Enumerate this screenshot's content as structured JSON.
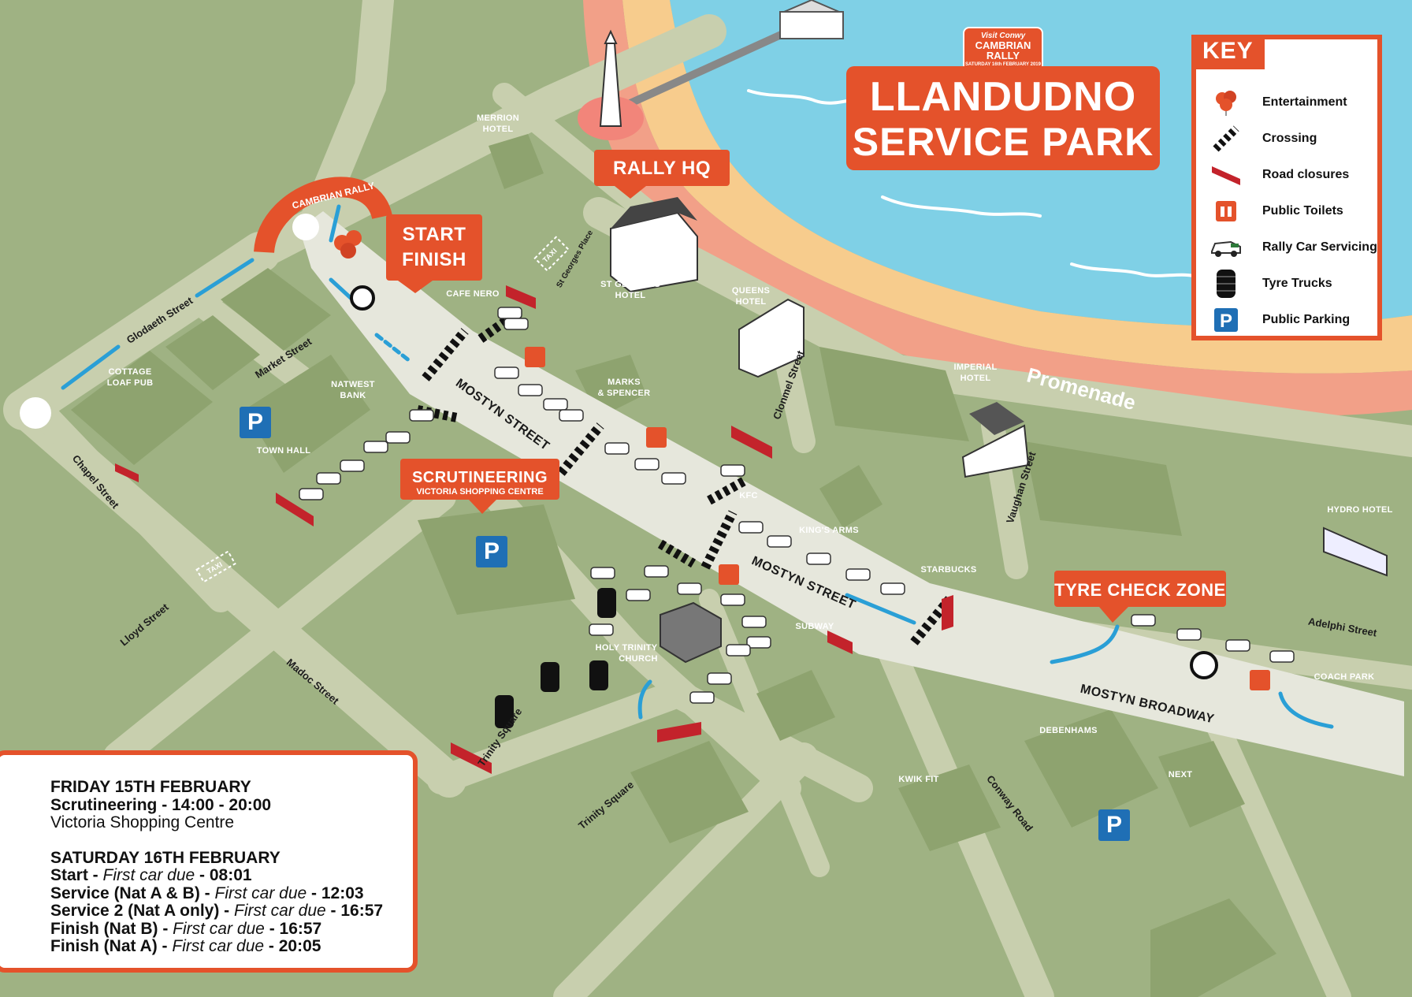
{
  "title": {
    "line1": "LLANDUDNO",
    "line2": "SERVICE PARK"
  },
  "logo": {
    "top": "Visit Conwy",
    "main": "CAMBRIAN RALLY",
    "sub": "SATURDAY 16th FEBRUARY 2019"
  },
  "key": {
    "heading": "KEY",
    "items": [
      {
        "icon": "balloons-icon",
        "label": "Entertainment"
      },
      {
        "icon": "crossing-icon",
        "label": "Crossing"
      },
      {
        "icon": "road-closure-icon",
        "label": "Road closures"
      },
      {
        "icon": "toilets-icon",
        "label": "Public Toilets"
      },
      {
        "icon": "rally-car-icon",
        "label": "Rally Car Servicing"
      },
      {
        "icon": "tyre-stack-icon",
        "label": "Tyre Trucks"
      },
      {
        "icon": "parking-icon",
        "label": "Public Parking"
      }
    ]
  },
  "callouts": {
    "rally_hq": "RALLY HQ",
    "start": "START",
    "finish": "FINISH",
    "scrutineering": "SCRUTINEERING",
    "scrutineering_sub": "VICTORIA SHOPPING CENTRE",
    "tyre_check": "TYRE CHECK ZONE",
    "arch": "CAMBRIAN RALLY"
  },
  "streets": {
    "gloddaeth": "Glodaeth Street",
    "market": "Market Street",
    "chapel": "Chapel Street",
    "lloyd": "Lloyd Street",
    "madoc": "Madoc Street",
    "trinity1": "Trinity Square",
    "trinity2": "Trinity Square",
    "conway": "Conway Road",
    "clonmel": "Clonmel Street",
    "vaughan": "Vaughan Street",
    "adelphi": "Adelphi Street",
    "st_georges_place": "St Georges Place",
    "promenade": "Promenade",
    "mostyn1": "MOSTYN STREET",
    "mostyn2": "MOSTYN STREET",
    "broadway": "MOSTYN BROADWAY"
  },
  "places": {
    "merrion1": "MERRION",
    "merrion2": "HOTEL",
    "cafe_nero": "CAFE NERO",
    "st_georges1": "ST GEORGES",
    "st_georges2": "HOTEL",
    "queens1": "QUEENS",
    "queens2": "HOTEL",
    "imperial1": "IMPERIAL",
    "imperial2": "HOTEL",
    "cottage1": "COTTAGE",
    "cottage2": "LOAF PUB",
    "natwest1": "NATWEST",
    "natwest2": "BANK",
    "marks1": "MARKS",
    "marks2": "& SPENCER",
    "town_hall": "TOWN HALL",
    "kfc": "KFC",
    "kings_arms": "KING'S ARMS",
    "starbucks": "STARBUCKS",
    "subway": "SUBWAY",
    "holy1": "HOLY TRINITY",
    "holy2": "CHURCH",
    "hydro": "HYDRO HOTEL",
    "coach_park": "COACH PARK",
    "debenhams": "DEBENHAMS",
    "next": "NEXT",
    "kwik_fit": "KWIK FIT",
    "taxi1": "TAXI",
    "taxi2": "TAXI"
  },
  "parking_label": "P",
  "schedule": {
    "friday_heading": "FRIDAY 15TH FEBRUARY",
    "friday_scrut_label": "Scrutineering - 14:00 - 20:00",
    "friday_venue": "Victoria Shopping Centre",
    "saturday_heading": "SATURDAY 16TH FEBRUARY",
    "rows": [
      {
        "label": "Start - ",
        "italic": "First car due",
        "time": " - 08:01"
      },
      {
        "label": "Service (Nat A & B) - ",
        "italic": "First car due",
        "time": " - 12:03"
      },
      {
        "label": "Service 2 (Nat A only) - ",
        "italic": "First car due",
        "time": " - 16:57"
      },
      {
        "label": "Finish (Nat B) - ",
        "italic": "First car due",
        "time": " - 16:57"
      },
      {
        "label": "Finish (Nat A) - ",
        "italic": "First car due",
        "time": " - 20:05"
      }
    ]
  },
  "colors": {
    "accent": "#e4522b",
    "grass": "#9fb283",
    "road": "#c8cfae",
    "main_road": "#e6e7dc",
    "block": "#8ea36f",
    "sea": "#7fd0e6",
    "sand": "#f7cc8d",
    "promenade": "#f2a088",
    "parking": "#1f6fb5",
    "arrow": "#2a9fd6"
  }
}
